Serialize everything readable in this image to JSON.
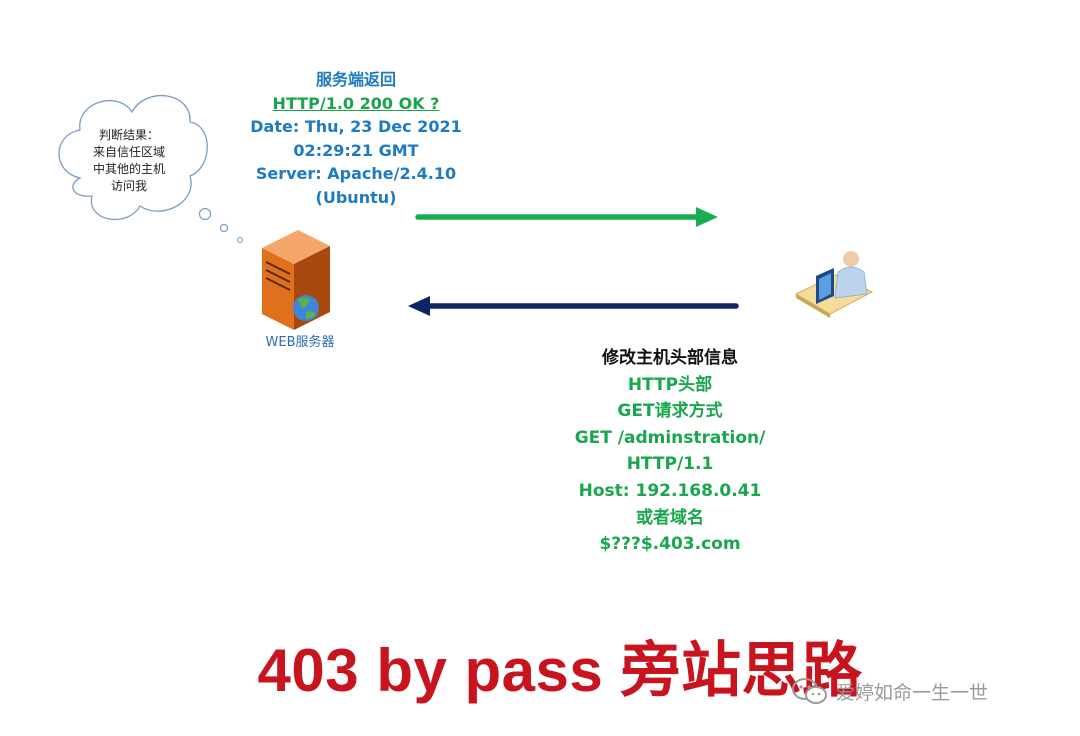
{
  "thought_bubble": {
    "lines": [
      "判断结果：",
      "来自信任区域",
      "中其他的主机",
      "访问我"
    ]
  },
  "server": {
    "label": "WEB服务器",
    "icon": "server-icon"
  },
  "client": {
    "icon": "user-at-computer-icon"
  },
  "response": {
    "title": "服务端返回",
    "status_line": "HTTP/1.0 200 OK ?",
    "lines": [
      "Date: Thu, 23 Dec 2021",
      "02:29:21 GMT",
      "Server: Apache/2.4.10",
      "(Ubuntu)"
    ],
    "arrow_color": "#19ad52"
  },
  "request": {
    "title": "修改主机头部信息",
    "lines": [
      "HTTP头部",
      "GET请求方式",
      "GET /adminstration/",
      "HTTP/1.1",
      "Host: 192.168.0.41",
      "或者域名",
      "$???$.403.com"
    ],
    "arrow_color": "#0e2563"
  },
  "title": "403 by pass 旁站思路",
  "watermark": {
    "text": "爱婷如命一生一世",
    "icon": "wechat-icon"
  },
  "colors": {
    "title": "#c8141e",
    "green": "#19a74e",
    "blue": "#1f7bc0"
  }
}
